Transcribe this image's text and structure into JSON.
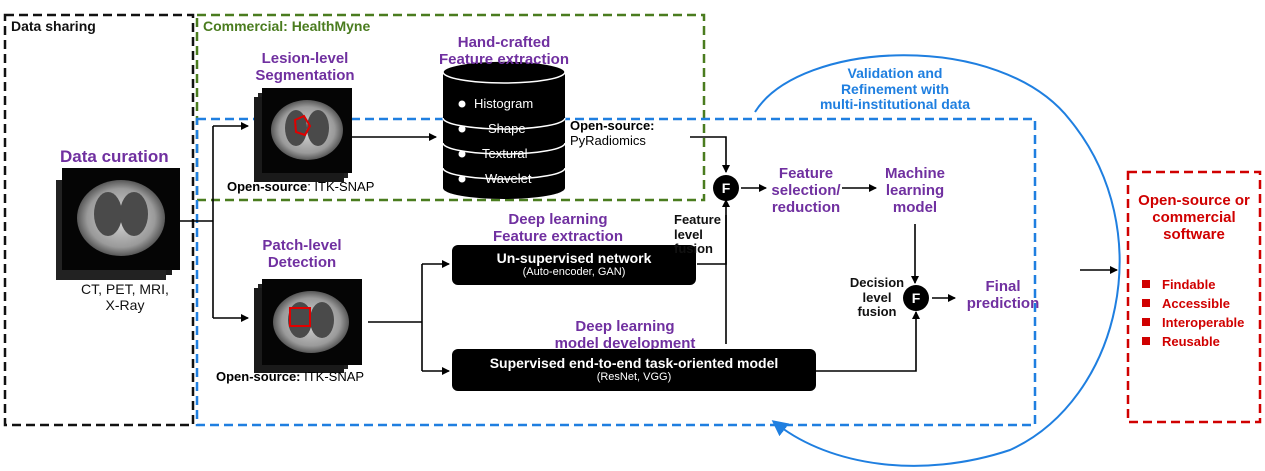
{
  "panels": {
    "data_sharing": "Data sharing",
    "commercial": "Commercial: HealthMyne"
  },
  "data_curation": {
    "title": "Data curation",
    "modalities": [
      "CT, PET, MRI,",
      "X-Ray"
    ]
  },
  "lesion": {
    "title": [
      "Lesion-level",
      "Segmentation"
    ],
    "tool_prefix": "Open-source",
    "tool_suffix": ": ITK-SNAP"
  },
  "handcrafted": {
    "title": [
      "Hand-crafted",
      "Feature extraction"
    ],
    "items": [
      "Histogram",
      "Shape",
      "Textural",
      "Wavelet"
    ]
  },
  "pyradiomics": {
    "prefix": "Open-source:",
    "name": "PyRadiomics"
  },
  "patch": {
    "title": [
      "Patch-level",
      "Detection"
    ],
    "tool_prefix": "Open-source:",
    "tool_suffix": " ITK-SNAP"
  },
  "dl_feature": {
    "title": [
      "Deep learning",
      "Feature extraction"
    ],
    "box_title": "Un-supervised network",
    "box_sub": "(Auto-encoder, GAN)"
  },
  "dl_model": {
    "title": [
      "Deep learning",
      "model development"
    ],
    "box_title": "Supervised end-to-end task-oriented model",
    "box_sub": "(ResNet, VGG)"
  },
  "fusion": {
    "symbol": "F",
    "feature_level": [
      "Feature",
      "level",
      "fusion"
    ],
    "decision_level": [
      "Decision",
      "level",
      "fusion"
    ]
  },
  "feature_selection": [
    "Feature",
    "selection/",
    "reduction"
  ],
  "ml_model": [
    "Machine",
    "learning",
    "model"
  ],
  "final_prediction": [
    "Final",
    "prediction"
  ],
  "validation": [
    "Validation and",
    "Refinement with",
    "multi-institutional data"
  ],
  "software": {
    "title": [
      "Open-source or",
      "commercial",
      "software"
    ],
    "fair": [
      "Findable",
      "Accessible",
      "Interoperable",
      "Reusable"
    ]
  },
  "colors": {
    "purple": "#7030a0",
    "blue": "#1f7fe0",
    "green": "#4a7c1f",
    "red": "#d00000",
    "black": "#000000"
  }
}
